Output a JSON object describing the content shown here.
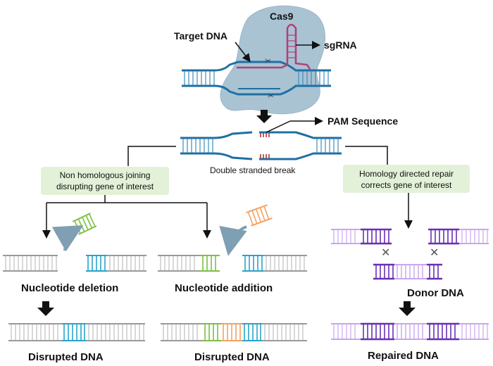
{
  "labels": {
    "cas9": "Cas9",
    "target_dna": "Target DNA",
    "sgrna": "sgRNA",
    "pam": "PAM Sequence",
    "dsb": "Double stranded break",
    "nhej_line1": "Non homologous joining",
    "nhej_line2": "disrupting gene of interest",
    "hdr_line1": "Homology directed repair",
    "hdr_line2": "corrects gene of interest",
    "deletion": "Nucleotide deletion",
    "addition": "Nucleotide addition",
    "donor": "Donor DNA",
    "disrupted_1": "Disrupted DNA",
    "disrupted_2": "Disrupted DNA",
    "repaired": "Repaired DNA"
  },
  "colors": {
    "dna_blue": "#1f6fa3",
    "dna_gray": "#8a8a8a",
    "cas9_blob": "#a9c3d3",
    "sgrna_magenta": "#b0407a",
    "green_segment": "#7bc043",
    "blue_segment": "#29a3c9",
    "orange_segment": "#f4a261",
    "purple_dark": "#6a2fb5",
    "purple_light": "#c9a6ee",
    "box_fill": "#e3f1d8",
    "pam_red": "#b22222"
  }
}
